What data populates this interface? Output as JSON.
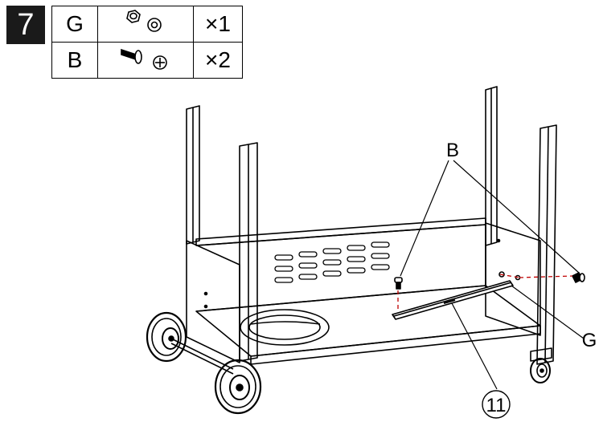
{
  "step": {
    "number": "7"
  },
  "parts": [
    {
      "letter": "G",
      "icon": "nut-and-washer-icon",
      "qty": "×1"
    },
    {
      "letter": "B",
      "icon": "bolt-and-screw-head-icon",
      "qty": "×2"
    }
  ],
  "callouts": {
    "bolt": "B",
    "nut": "G",
    "part": "11"
  }
}
